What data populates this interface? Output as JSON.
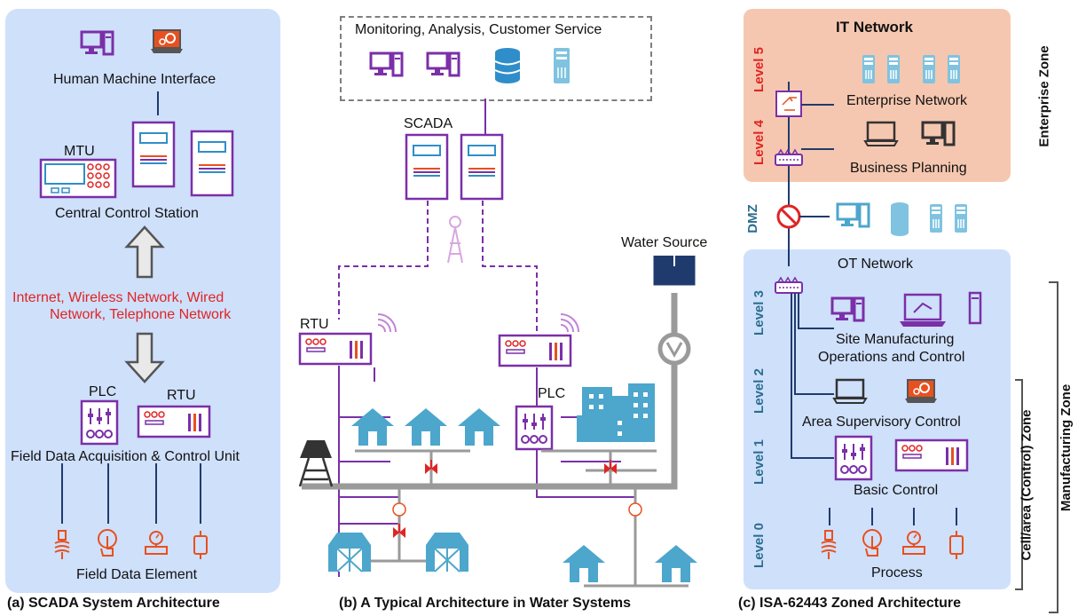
{
  "panel_a": {
    "hmi_label": "Human Machine Interface",
    "mtu_label": "MTU",
    "central_label": "Central Control Station",
    "network_line1": "Internet, Wireless Network, Wired",
    "network_line2": "Network, Telephone Network",
    "plc_label": "PLC",
    "rtu_label": "RTU",
    "field_unit_label": "Field Data Acquisition & Control Unit",
    "field_element_label": "Field Data Element",
    "caption": "(a) SCADA System Architecture"
  },
  "panel_b": {
    "monitoring_label": "Monitoring, Analysis, Customer Service",
    "scada_label": "SCADA",
    "rtu_label": "RTU",
    "plc_label": "PLC",
    "water_source_label": "Water Source",
    "caption": "(b) A Typical Architecture in Water Systems"
  },
  "panel_c": {
    "it_title": "IT Network",
    "level5": "Level 5",
    "level4": "Level 4",
    "enterprise_network": "Enterprise Network",
    "business_planning": "Business Planning",
    "enterprise_zone": "Enterprise Zone",
    "dmz": "DMZ",
    "ot_title": "OT Network",
    "level3": "Level 3",
    "level2": "Level 2",
    "level1": "Level 1",
    "level0": "Level 0",
    "site_line1": "Site Manufacturing",
    "site_line2": "Operations and Control",
    "area_supervisory": "Area Supervisory Control",
    "basic_control": "Basic Control",
    "process": "Process",
    "manufacturing_zone": "Manufacturing Zone",
    "cell_zone": "Cell/area (Control) Zone",
    "caption": "(c) ISA-62443 Zoned Architecture"
  },
  "colors": {
    "purple": "#7b2fa8",
    "orange": "#e8501f",
    "blue_icon": "#4da6cc",
    "teal_text": "#2b6e8f",
    "red_text": "#e02424",
    "pipe_gray": "#9a9a9a",
    "panel_blue": "#cfe0fb",
    "panel_salmon": "#f6c7b0"
  }
}
